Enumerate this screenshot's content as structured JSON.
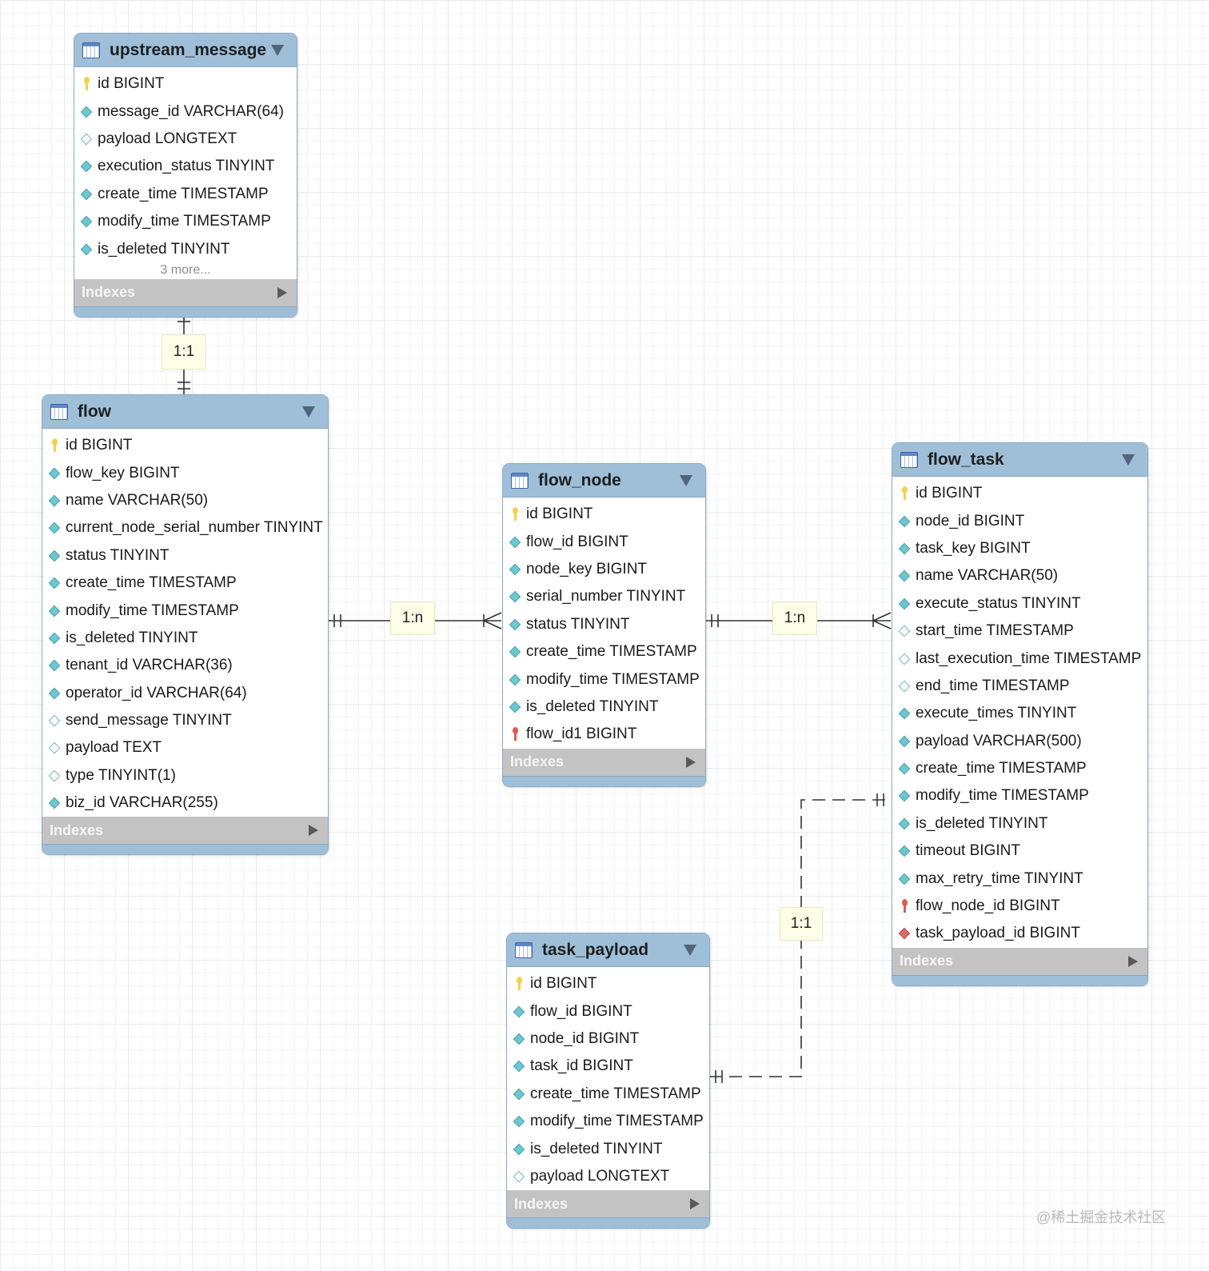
{
  "tables": [
    {
      "name": "upstream_message",
      "columns": [
        {
          "label": "id BIGINT",
          "icon": "primary-key-icon"
        },
        {
          "label": "message_id VARCHAR(64)",
          "icon": "filled-diamond-icon"
        },
        {
          "label": "payload LONGTEXT",
          "icon": "empty-diamond-icon"
        },
        {
          "label": "execution_status TINYINT",
          "icon": "filled-diamond-icon"
        },
        {
          "label": "create_time TIMESTAMP",
          "icon": "filled-diamond-icon"
        },
        {
          "label": "modify_time TIMESTAMP",
          "icon": "filled-diamond-icon"
        },
        {
          "label": "is_deleted TINYINT",
          "icon": "filled-diamond-icon"
        }
      ],
      "more": "3 more...",
      "indexes_label": "Indexes"
    },
    {
      "name": "flow",
      "columns": [
        {
          "label": "id BIGINT",
          "icon": "primary-key-icon"
        },
        {
          "label": "flow_key BIGINT",
          "icon": "filled-diamond-icon"
        },
        {
          "label": "name VARCHAR(50)",
          "icon": "filled-diamond-icon"
        },
        {
          "label": "current_node_serial_number TINYINT",
          "icon": "filled-diamond-icon"
        },
        {
          "label": "status TINYINT",
          "icon": "filled-diamond-icon"
        },
        {
          "label": "create_time TIMESTAMP",
          "icon": "filled-diamond-icon"
        },
        {
          "label": "modify_time TIMESTAMP",
          "icon": "filled-diamond-icon"
        },
        {
          "label": "is_deleted TINYINT",
          "icon": "filled-diamond-icon"
        },
        {
          "label": "tenant_id VARCHAR(36)",
          "icon": "filled-diamond-icon"
        },
        {
          "label": "operator_id VARCHAR(64)",
          "icon": "filled-diamond-icon"
        },
        {
          "label": "send_message TINYINT",
          "icon": "empty-diamond-icon"
        },
        {
          "label": "payload TEXT",
          "icon": "empty-diamond-icon"
        },
        {
          "label": "type TINYINT(1)",
          "icon": "empty-diamond-icon"
        },
        {
          "label": "biz_id VARCHAR(255)",
          "icon": "filled-diamond-icon"
        }
      ],
      "indexes_label": "Indexes"
    },
    {
      "name": "flow_node",
      "columns": [
        {
          "label": "id BIGINT",
          "icon": "primary-key-icon"
        },
        {
          "label": "flow_id BIGINT",
          "icon": "filled-diamond-icon"
        },
        {
          "label": "node_key BIGINT",
          "icon": "filled-diamond-icon"
        },
        {
          "label": "serial_number TINYINT",
          "icon": "filled-diamond-icon"
        },
        {
          "label": "status TINYINT",
          "icon": "filled-diamond-icon"
        },
        {
          "label": "create_time TIMESTAMP",
          "icon": "filled-diamond-icon"
        },
        {
          "label": "modify_time TIMESTAMP",
          "icon": "filled-diamond-icon"
        },
        {
          "label": "is_deleted TINYINT",
          "icon": "filled-diamond-icon"
        },
        {
          "label": "flow_id1 BIGINT",
          "icon": "foreign-key-icon"
        }
      ],
      "indexes_label": "Indexes"
    },
    {
      "name": "flow_task",
      "columns": [
        {
          "label": "id BIGINT",
          "icon": "primary-key-icon"
        },
        {
          "label": "node_id BIGINT",
          "icon": "filled-diamond-icon"
        },
        {
          "label": "task_key BIGINT",
          "icon": "filled-diamond-icon"
        },
        {
          "label": "name VARCHAR(50)",
          "icon": "filled-diamond-icon"
        },
        {
          "label": "execute_status TINYINT",
          "icon": "filled-diamond-icon"
        },
        {
          "label": "start_time TIMESTAMP",
          "icon": "empty-diamond-icon"
        },
        {
          "label": "last_execution_time TIMESTAMP",
          "icon": "empty-diamond-icon"
        },
        {
          "label": "end_time TIMESTAMP",
          "icon": "empty-diamond-icon"
        },
        {
          "label": "execute_times TINYINT",
          "icon": "filled-diamond-icon"
        },
        {
          "label": "payload VARCHAR(500)",
          "icon": "filled-diamond-icon"
        },
        {
          "label": "create_time TIMESTAMP",
          "icon": "filled-diamond-icon"
        },
        {
          "label": "modify_time TIMESTAMP",
          "icon": "filled-diamond-icon"
        },
        {
          "label": "is_deleted TINYINT",
          "icon": "filled-diamond-icon"
        },
        {
          "label": "timeout BIGINT",
          "icon": "filled-diamond-icon"
        },
        {
          "label": "max_retry_time TINYINT",
          "icon": "filled-diamond-icon"
        },
        {
          "label": "flow_node_id BIGINT",
          "icon": "foreign-key-icon"
        },
        {
          "label": "task_payload_id BIGINT",
          "icon": "red-diamond-icon"
        }
      ],
      "indexes_label": "Indexes"
    },
    {
      "name": "task_payload",
      "columns": [
        {
          "label": "id BIGINT",
          "icon": "primary-key-icon"
        },
        {
          "label": "flow_id BIGINT",
          "icon": "filled-diamond-icon"
        },
        {
          "label": "node_id BIGINT",
          "icon": "filled-diamond-icon"
        },
        {
          "label": "task_id BIGINT",
          "icon": "filled-diamond-icon"
        },
        {
          "label": "create_time TIMESTAMP",
          "icon": "filled-diamond-icon"
        },
        {
          "label": "modify_time TIMESTAMP",
          "icon": "filled-diamond-icon"
        },
        {
          "label": "is_deleted TINYINT",
          "icon": "filled-diamond-icon"
        },
        {
          "label": "payload LONGTEXT",
          "icon": "empty-diamond-icon"
        }
      ],
      "indexes_label": "Indexes"
    }
  ],
  "relationships": [
    {
      "from": "upstream_message",
      "to": "flow",
      "label": "1:1",
      "style": "solid"
    },
    {
      "from": "flow",
      "to": "flow_node",
      "label": "1:n",
      "style": "solid"
    },
    {
      "from": "flow_node",
      "to": "flow_task",
      "label": "1:n",
      "style": "solid"
    },
    {
      "from": "task_payload",
      "to": "flow_task",
      "label": "1:1",
      "style": "dashed"
    }
  ],
  "watermark": "@稀土掘金技术社区",
  "colors": {
    "header": "#9fbfd9",
    "indexes_bar": "#c3c3c3",
    "diamond": "#6ec6cf",
    "foreign_key": "#e05a4e",
    "primary_key": "#f3d14a",
    "label_bg": "#fdfde8"
  }
}
